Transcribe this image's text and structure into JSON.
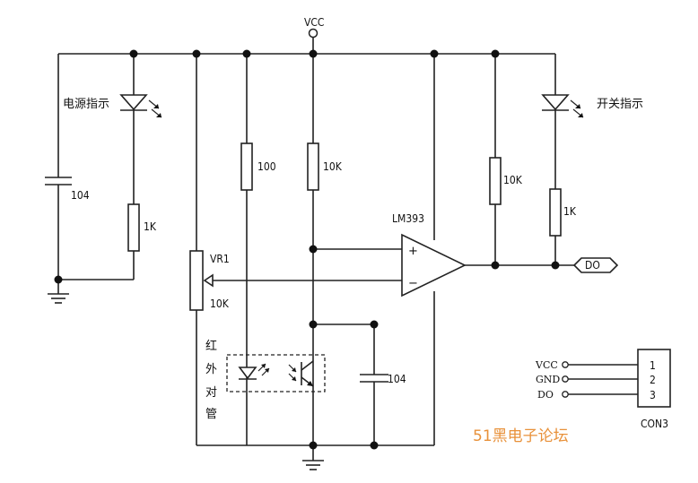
{
  "labels": {
    "vcc_top": "VCC",
    "power_led_label": "电源指示",
    "switch_led_label": "开关指示",
    "cap_left": "104",
    "res_power_led": "1K",
    "res_100": "100",
    "res_10k_mid": "10K",
    "res_10k_right": "10K",
    "res_switch_led": "1K",
    "pot_name": "VR1",
    "pot_value": "10K",
    "opamp_name": "LM393",
    "opamp_plus": "+",
    "opamp_minus": "−",
    "output_net": "DO",
    "cap_bottom": "104",
    "ir_pair": [
      "红",
      "外",
      "对",
      "管"
    ],
    "connector_name": "CON3",
    "connector_pins": [
      {
        "net": "VCC",
        "pin": "1"
      },
      {
        "net": "GND",
        "pin": "2"
      },
      {
        "net": "DO",
        "pin": "3"
      }
    ]
  },
  "brand_text": "51黑电子论坛",
  "colors": {
    "wire": "#222222",
    "brand": "#e8913a",
    "background": "#ffffff"
  }
}
